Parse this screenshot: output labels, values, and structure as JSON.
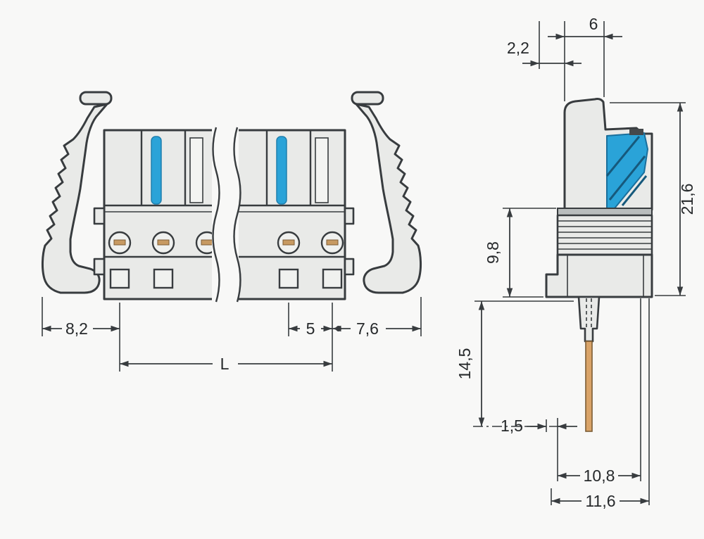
{
  "front_view": {
    "dims": {
      "latch_to_first_pole": "8,2",
      "pole_pitch": "5",
      "last_pole_to_latch": "7,6",
      "total_length": "L"
    }
  },
  "side_view": {
    "dims": {
      "offset": "2,2",
      "top_width": "6",
      "total_height": "21,6",
      "body_height": "9,8",
      "pin_length": "14,5",
      "edge_offset": "1,5",
      "lower_width": "10,8",
      "total_width": "11,6"
    }
  },
  "colors": {
    "accent_blue": "#2aa3d8",
    "copper": "#d9a368",
    "body_fill": "#e9eae8",
    "line": "#383c3f"
  }
}
